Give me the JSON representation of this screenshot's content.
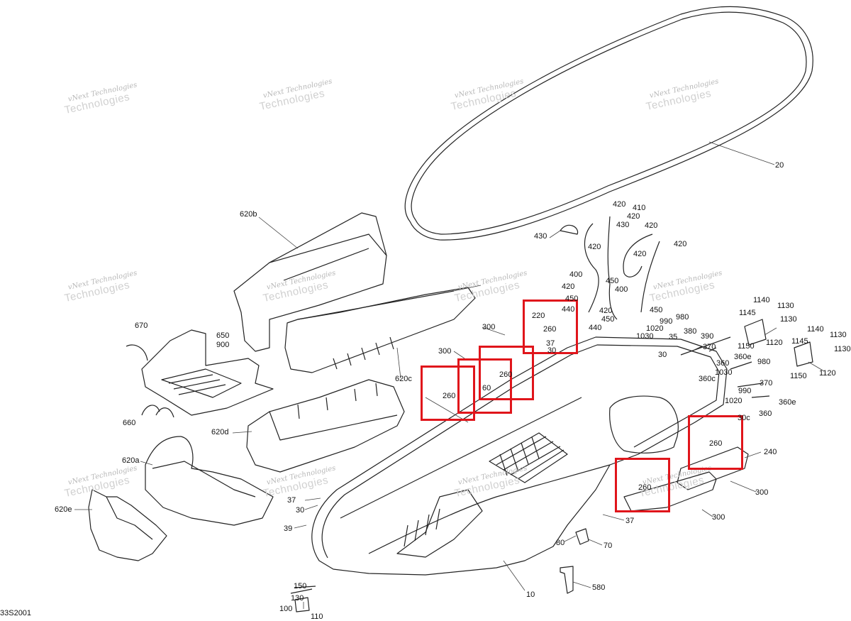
{
  "watermark": {
    "line1": "vNext Technologies",
    "line2": "Technologies"
  },
  "diagram_code": "33S2001",
  "highlight_color": "#e0151b",
  "callouts": [
    "20",
    "620b",
    "410",
    "420",
    "420",
    "430",
    "420",
    "430",
    "420",
    "420",
    "420",
    "400",
    "400",
    "450",
    "420",
    "450",
    "440",
    "440",
    "420",
    "450",
    "450",
    "220",
    "260",
    "37",
    "30",
    "300",
    "300",
    "260",
    "260",
    "60",
    "1140",
    "1130",
    "1145",
    "1130",
    "1120",
    "1140",
    "1130",
    "1145",
    "1130",
    "1120",
    "1150",
    "1150",
    "980",
    "1030",
    "1020",
    "990",
    "35",
    "380",
    "390",
    "370",
    "30",
    "360e",
    "360",
    "360c",
    "980",
    "1030",
    "990",
    "1020",
    "370",
    "360e",
    "360",
    "30c",
    "670",
    "650",
    "900",
    "660",
    "620c",
    "620d",
    "620a",
    "620e",
    "260",
    "240",
    "260",
    "300",
    "300",
    "37",
    "30",
    "37",
    "39",
    "80",
    "70",
    "10",
    "580",
    "150",
    "130",
    "100",
    "110"
  ]
}
